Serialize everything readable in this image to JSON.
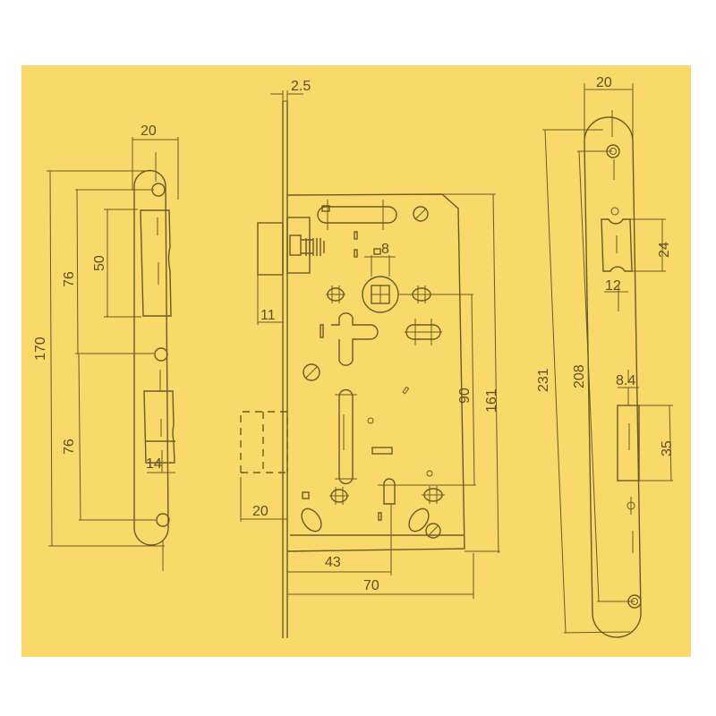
{
  "drawing": {
    "title": "Mortise lock dimension drawing",
    "colors": {
      "paper": "#f8d96a",
      "ink": "#6b5a26",
      "background": "#ffffff"
    },
    "strike_plate": {
      "width": "20",
      "total_height": "170",
      "hole_spacing_upper": "76",
      "hole_spacing_lower": "76",
      "latch_opening_height": "50",
      "bolt_opening_width": "14"
    },
    "lock_body": {
      "faceplate_thickness": "2.5",
      "latch_projection": "11",
      "spindle_square": "8",
      "center_distance": "90",
      "body_height": "161",
      "bolt_projection": "20",
      "keyhole_offset": "43",
      "backset_total": "70"
    },
    "faceplate": {
      "width": "20",
      "total_length": "231",
      "screw_spacing": "208",
      "latch_height": "24",
      "latch_width": "12",
      "bolt_width": "8.4",
      "bolt_height": "35"
    }
  }
}
